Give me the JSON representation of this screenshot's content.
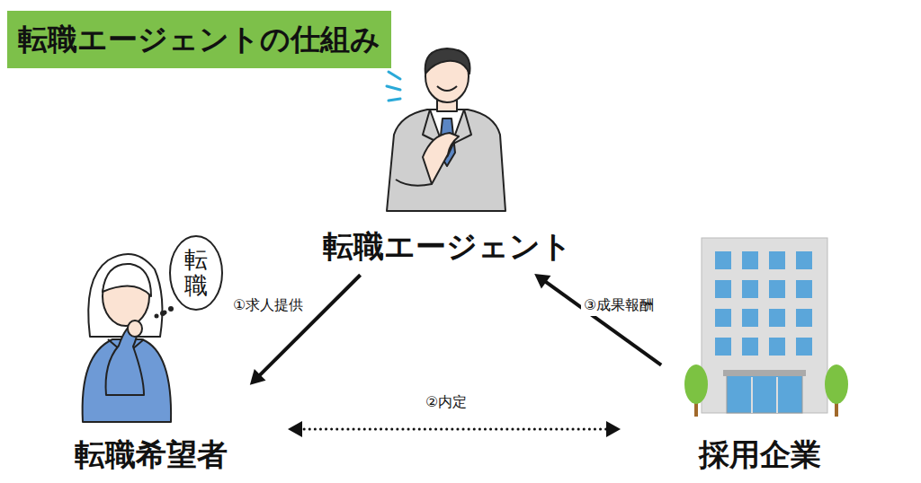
{
  "diagram": {
    "title": "転職エージェントの仕組み",
    "nodes": [
      {
        "text": [
          "転職エージェント"
        ]
      },
      {
        "text": [
          "転職"
        ]
      },
      {
        "text": [
          "転職希望者"
        ]
      },
      {
        "text": [
          "採用企業"
        ]
      }
    ],
    "edges": [
      {
        "from": 0,
        "to": 2,
        "label": "①求人提供",
        "arrow": "to"
      },
      {
        "from": 2,
        "to": 3,
        "label": "②内定",
        "arrow": "both"
      },
      {
        "from": 3,
        "to": 0,
        "label": "③成果報酬",
        "arrow": "to"
      }
    ]
  }
}
